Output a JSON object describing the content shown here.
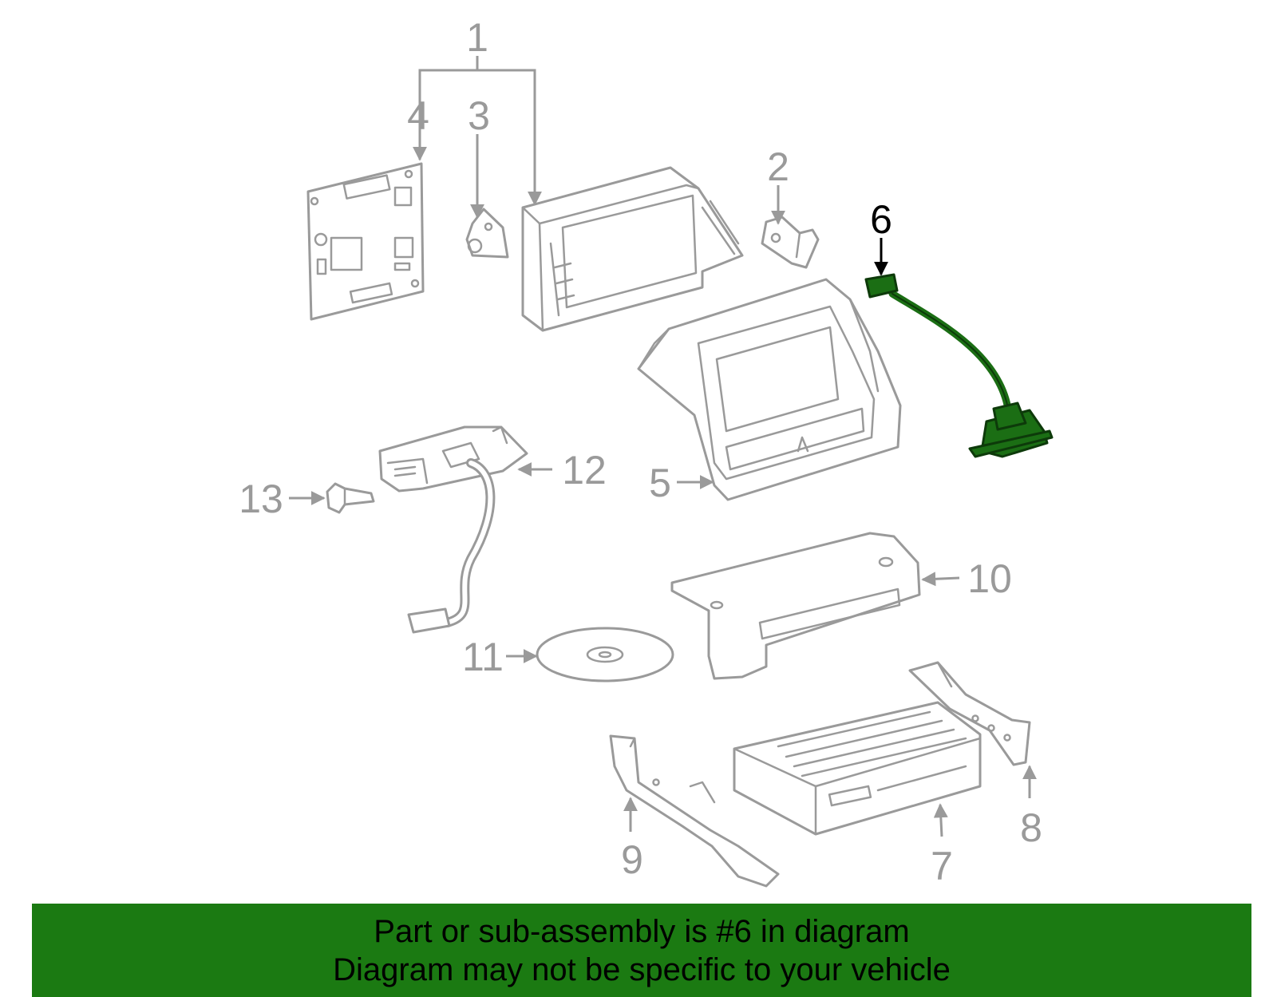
{
  "colors": {
    "banner_bg": "#1b7a12",
    "highlight_part": "#1b6e14",
    "part_outline": "#9a9a9a",
    "highlight_label": "#000000"
  },
  "diagram": {
    "callouts": [
      {
        "id": "1",
        "label": "1"
      },
      {
        "id": "2",
        "label": "2"
      },
      {
        "id": "3",
        "label": "3"
      },
      {
        "id": "4",
        "label": "4"
      },
      {
        "id": "5",
        "label": "5"
      },
      {
        "id": "6",
        "label": "6",
        "highlighted": true
      },
      {
        "id": "7",
        "label": "7"
      },
      {
        "id": "8",
        "label": "8"
      },
      {
        "id": "9",
        "label": "9"
      },
      {
        "id": "10",
        "label": "10"
      },
      {
        "id": "11",
        "label": "11"
      },
      {
        "id": "12",
        "label": "12"
      },
      {
        "id": "13",
        "label": "13"
      }
    ]
  },
  "banner": {
    "line1": "Part or sub-assembly is #6 in diagram",
    "line2": "Diagram may not be specific to your vehicle"
  }
}
